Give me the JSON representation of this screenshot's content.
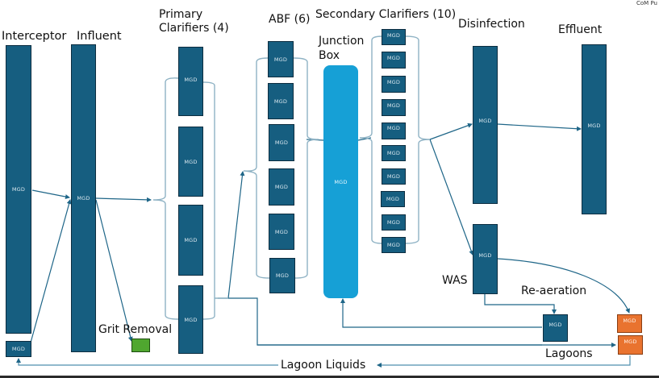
{
  "corner_label": "CoM Pu",
  "flow_unit": "MGD",
  "labels": {
    "interceptor": "Interceptor",
    "influent": "Influent",
    "primary_clarifiers": [
      "Primary",
      "Clarifiers (4)"
    ],
    "abf": "ABF (6)",
    "secondary_clarifiers": "Secondary Clarifiers (10)",
    "junction_box": [
      "Junction",
      "Box"
    ],
    "disinfection": "Disinfection",
    "effluent": "Effluent",
    "was": "WAS",
    "re_aeration": "Re-aeration",
    "grit_removal": "Grit Removal",
    "lagoons": "Lagoons",
    "lagoon_liquids": "Lagoon Liquids"
  },
  "nodes": {
    "interceptor": {
      "value": "MGD"
    },
    "interceptor_return": {
      "value": "MGD"
    },
    "influent": {
      "value": "MGD"
    },
    "grit_removal": {
      "value": ""
    },
    "primary_clarifiers": [
      {
        "value": "MGD"
      },
      {
        "value": "MGD"
      },
      {
        "value": "MGD"
      },
      {
        "value": "MGD"
      }
    ],
    "abf": [
      {
        "value": "MGD"
      },
      {
        "value": "MGD"
      },
      {
        "value": "MGD"
      },
      {
        "value": "MGD"
      },
      {
        "value": "MGD"
      },
      {
        "value": "MGD"
      }
    ],
    "junction_box": {
      "value": "MGD"
    },
    "secondary_clarifiers": [
      {
        "value": "MGD"
      },
      {
        "value": "MGD"
      },
      {
        "value": "MGD"
      },
      {
        "value": "MGD"
      },
      {
        "value": "MGD"
      },
      {
        "value": "MGD"
      },
      {
        "value": "MGD"
      },
      {
        "value": "MGD"
      },
      {
        "value": "MGD"
      },
      {
        "value": "MGD"
      }
    ],
    "disinfection": {
      "value": "MGD"
    },
    "effluent": {
      "value": "MGD"
    },
    "was": {
      "value": "MGD"
    },
    "re_aeration": {
      "value": "MGD"
    },
    "lagoon_top": {
      "value": "MGD"
    },
    "lagoon_bottom": {
      "value": "MGD"
    }
  },
  "colors": {
    "process_box": "#165e80",
    "junction_box": "#16a0d6",
    "lagoon": "#e9732f",
    "grit": "#4fa72f",
    "flow_line": "#1f6688",
    "bracket_line": "#8eb2c4"
  }
}
